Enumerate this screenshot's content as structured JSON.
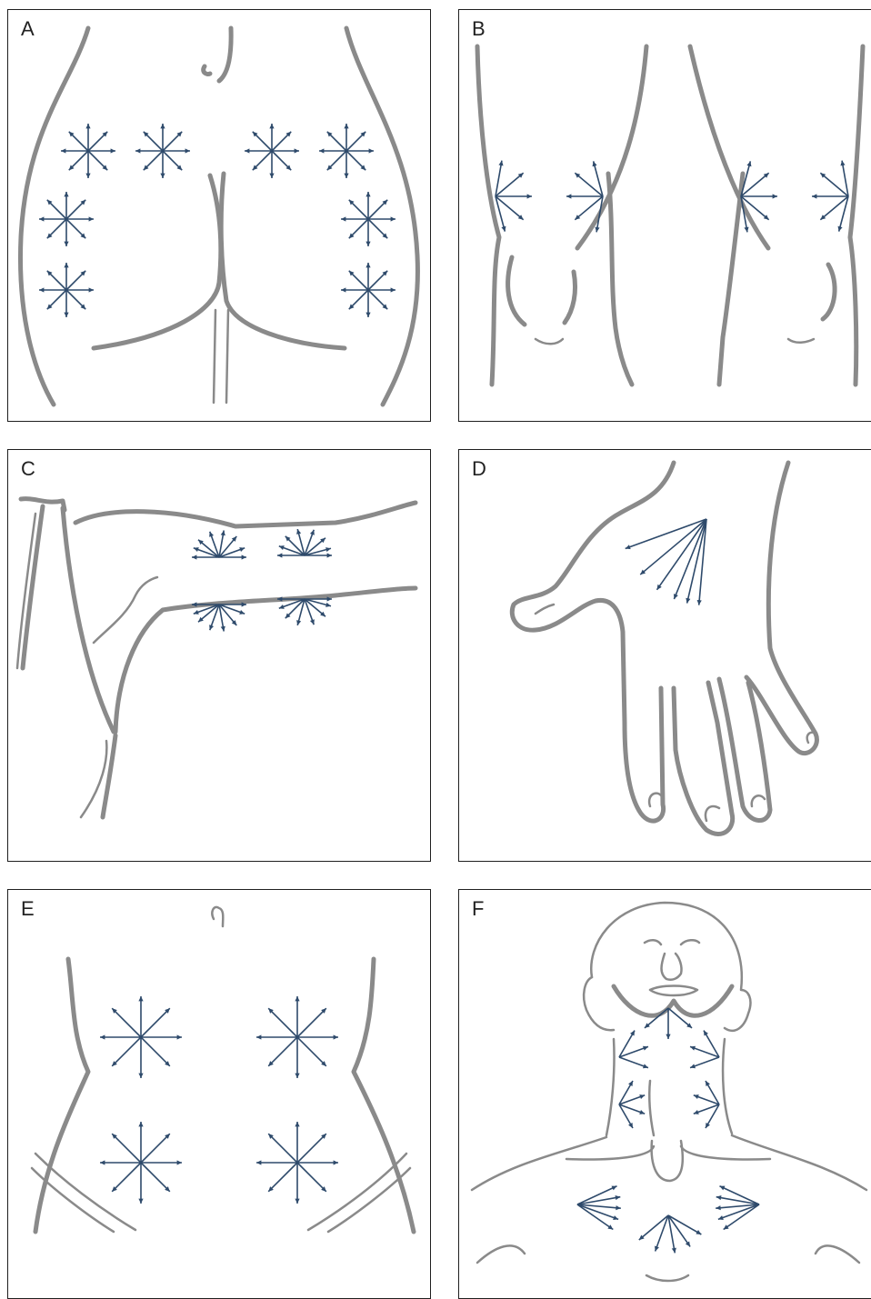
{
  "panels": [
    {
      "id": "A",
      "label": "A"
    },
    {
      "id": "B",
      "label": "B"
    },
    {
      "id": "C",
      "label": "C"
    },
    {
      "id": "D",
      "label": "D"
    },
    {
      "id": "E",
      "label": "E"
    },
    {
      "id": "F",
      "label": "F"
    }
  ],
  "colors": {
    "outline": "#8a8a8a",
    "arrow": "#2e4a6b",
    "border": "#1f1f1f"
  }
}
